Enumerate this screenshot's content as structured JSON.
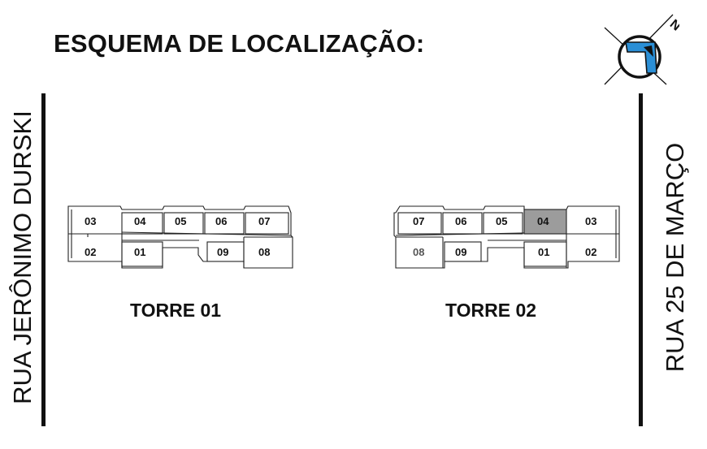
{
  "title": "ESQUEMA DE LOCALIZAÇÃO:",
  "streets": {
    "left": "RUA JERÔNIMO DURSKI",
    "right": "RUA 25 DE MARÇO"
  },
  "compass": {
    "north_label": "N"
  },
  "colors": {
    "highlight": "#9c9c9c",
    "ink": "#111111",
    "background": "#ffffff"
  },
  "towers": [
    {
      "label": "TORRE 01",
      "top_units": [
        "03",
        "04",
        "05",
        "06",
        "07"
      ],
      "bottom_units": [
        "02",
        "01",
        "09",
        "08"
      ],
      "highlighted": []
    },
    {
      "label": "TORRE 02",
      "top_units": [
        "07",
        "06",
        "05",
        "04",
        "03"
      ],
      "bottom_units": [
        "08",
        "09",
        "01",
        "02"
      ],
      "highlighted": [
        "04"
      ]
    }
  ]
}
